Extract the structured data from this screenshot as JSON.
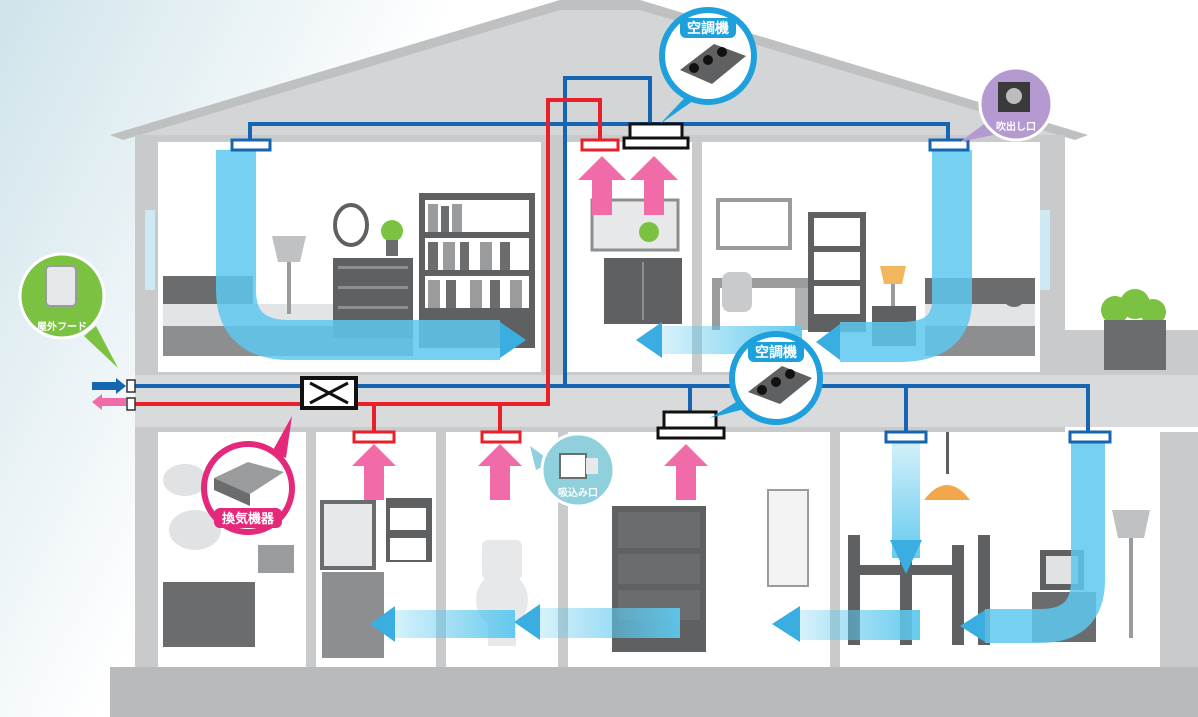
{
  "labels": {
    "aircon_upper": "空調機",
    "aircon_lower": "空調機",
    "outlet": "吹出し口",
    "outdoor_hood": "屋外フード",
    "ventilator": "換気機器",
    "intake": "吸込み口"
  },
  "colors": {
    "supply_duct": "#1565b0",
    "return_duct": "#e8202a",
    "cool_air": "#5ec8ee",
    "warm_air": "#f06ba8",
    "callout_blue": "#1ea0dc",
    "callout_green": "#7cc242",
    "callout_pink": "#e4287a",
    "callout_purple": "#b49ad0",
    "callout_teal": "#8fd0dc"
  },
  "icons": [
    "aircon-unit-icon",
    "outlet-grille-icon",
    "outdoor-hood-icon",
    "ventilator-unit-icon",
    "intake-grille-icon"
  ]
}
